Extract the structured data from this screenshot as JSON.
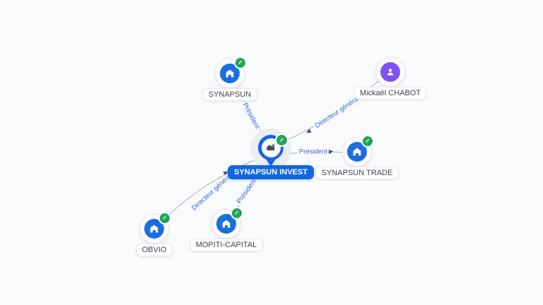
{
  "graph": {
    "center_node": {
      "label": "SYNAPSUN INVEST",
      "type": "company",
      "verified": true
    },
    "nodes": [
      {
        "id": "synapsun",
        "label": "SYNAPSUN",
        "type": "company",
        "verified": true
      },
      {
        "id": "mickael-chabot",
        "label": "Mickaël CHABOT",
        "type": "person",
        "verified": false
      },
      {
        "id": "synapsun-trade",
        "label": "SYNAPSUN TRADE",
        "type": "company",
        "verified": true
      },
      {
        "id": "obvio",
        "label": "OBVIO",
        "type": "company",
        "verified": true
      },
      {
        "id": "mopiti-capital",
        "label": "MOPITI-CAPITAL",
        "type": "company",
        "verified": true
      }
    ],
    "edges": [
      {
        "from": "SYNAPSUN INVEST",
        "to": "SYNAPSUN",
        "label": "Président"
      },
      {
        "from": "Mickaël CHABOT",
        "to": "SYNAPSUN INVEST",
        "label": "Directeur général"
      },
      {
        "from": "SYNAPSUN INVEST",
        "to": "SYNAPSUN TRADE",
        "label": "Président"
      },
      {
        "from": "OBVIO",
        "to": "SYNAPSUN INVEST",
        "label": "Directeur général"
      },
      {
        "from": "SYNAPSUN INVEST",
        "to": "MOPITI-CAPITAL",
        "label": "Président"
      }
    ],
    "icons": {
      "check": "✓"
    },
    "colors": {
      "background": "#fafbfd",
      "company_disc": "#1a6fe0",
      "person_disc": "#7e53f2",
      "verified_badge": "#22a45b",
      "center_pin": "#1266e3",
      "edge_line": "#97a0b3",
      "edge_label_text": "#3566d6",
      "node_label_text": "#3e4352"
    }
  }
}
